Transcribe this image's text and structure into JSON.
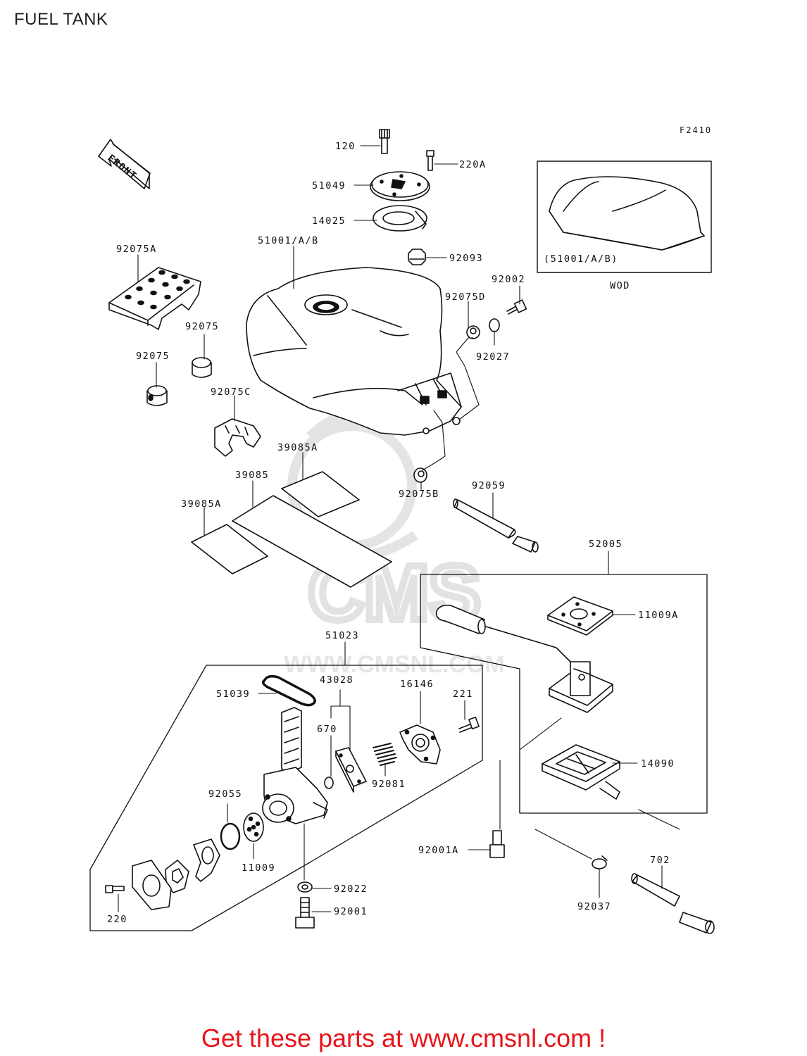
{
  "page": {
    "title": "FUEL TANK",
    "figure_code": "F2410",
    "footer_text": "Get these parts at www.cmsnl.com !",
    "watermark_text": "CMS",
    "watermark_url": "WWW.CMSNL.COM"
  },
  "front_marker": "FRONT",
  "inset": {
    "part_label": "(51001/A/B)",
    "caption": "WOD"
  },
  "parts": [
    {
      "id": "120"
    },
    {
      "id": "220A"
    },
    {
      "id": "51049"
    },
    {
      "id": "14025"
    },
    {
      "id": "92093"
    },
    {
      "id": "92075A"
    },
    {
      "id": "51001/A/B"
    },
    {
      "id": "92002"
    },
    {
      "id": "92075D"
    },
    {
      "id": "92027"
    },
    {
      "id": "92075"
    },
    {
      "id": "92075"
    },
    {
      "id": "92075C"
    },
    {
      "id": "39085A"
    },
    {
      "id": "39085"
    },
    {
      "id": "39085A"
    },
    {
      "id": "92059"
    },
    {
      "id": "92075B"
    },
    {
      "id": "52005"
    },
    {
      "id": "11009A"
    },
    {
      "id": "51023"
    },
    {
      "id": "43028"
    },
    {
      "id": "51039"
    },
    {
      "id": "16146"
    },
    {
      "id": "221"
    },
    {
      "id": "670"
    },
    {
      "id": "92081"
    },
    {
      "id": "14090"
    },
    {
      "id": "92055"
    },
    {
      "id": "11009"
    },
    {
      "id": "92001A"
    },
    {
      "id": "702"
    },
    {
      "id": "92022"
    },
    {
      "id": "92001"
    },
    {
      "id": "92037"
    },
    {
      "id": "220"
    }
  ],
  "colors": {
    "line": "#111111",
    "footer": "#e8141b",
    "watermark": "#e6e6e6"
  }
}
